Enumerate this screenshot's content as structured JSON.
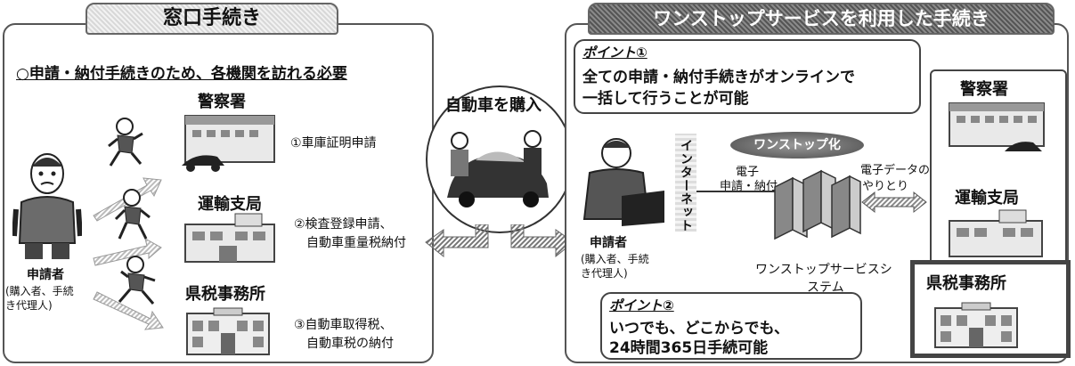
{
  "left": {
    "title": "窓口手続き",
    "need": "○申請・納付手続きのため、各機関を訪れる必要",
    "applicant": "申請者",
    "applicant_sub1": "(購入者、手続",
    "applicant_sub2": "き代理人)",
    "agencies": [
      {
        "name": "警察署",
        "step1": "①車庫証明申請",
        "step2": ""
      },
      {
        "name": "運輸支局",
        "step1": "②検査登録申請、",
        "step2": "自動車重量税納付"
      },
      {
        "name": "県税事務所",
        "step1": "③自動車取得税、",
        "step2": "自動車税の納付"
      }
    ]
  },
  "center": {
    "label": "自動車を購入"
  },
  "right": {
    "title": "ワンストップサービスを利用した手続き",
    "point1_title": "ポイント①",
    "point1_line1": "全ての申請・納付手続きがオンラインで",
    "point1_line2": "一括して行うことが可能",
    "onestop_badge": "ワンストップ化",
    "internet": "インターネット",
    "denshi": "電子",
    "shinsei": "申請・納付",
    "edata1": "電子データの",
    "edata2": "やりとり",
    "applicant": "申請者",
    "applicant_sub1": "(購入者、手続",
    "applicant_sub2": "き代理人)",
    "system1": "ワンストップサービスシ",
    "system2": "ステム",
    "point2_title": "ポイント②",
    "point2_line1": "いつでも、どこからでも、",
    "point2_line2": "24時間365日手続可能",
    "agencies": [
      "警察署",
      "運輸支局",
      "県税事務所"
    ]
  }
}
